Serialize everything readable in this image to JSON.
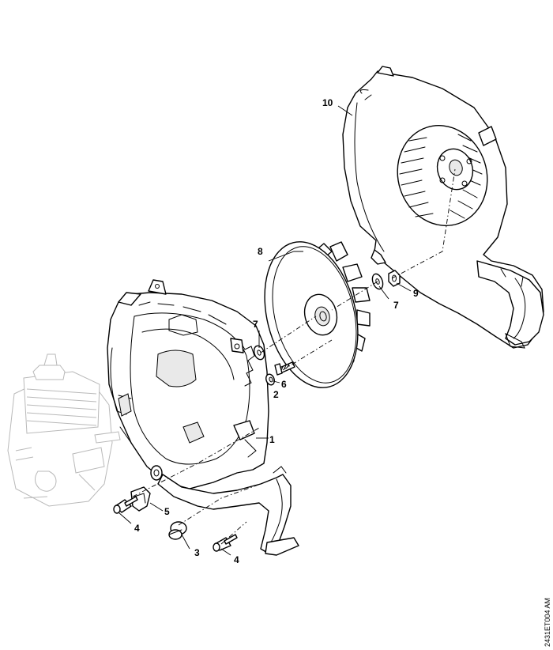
{
  "reference_code": "2431ET004 AM",
  "callouts": [
    {
      "id": "c1",
      "label": "1"
    },
    {
      "id": "c2",
      "label": "2"
    },
    {
      "id": "c3",
      "label": "3"
    },
    {
      "id": "c4a",
      "label": "4"
    },
    {
      "id": "c4b",
      "label": "4"
    },
    {
      "id": "c5",
      "label": "5"
    },
    {
      "id": "c6",
      "label": "6"
    },
    {
      "id": "c7a",
      "label": "7"
    },
    {
      "id": "c7b",
      "label": "7"
    },
    {
      "id": "c8",
      "label": "8"
    },
    {
      "id": "c9",
      "label": "9"
    },
    {
      "id": "c10",
      "label": "10"
    }
  ]
}
